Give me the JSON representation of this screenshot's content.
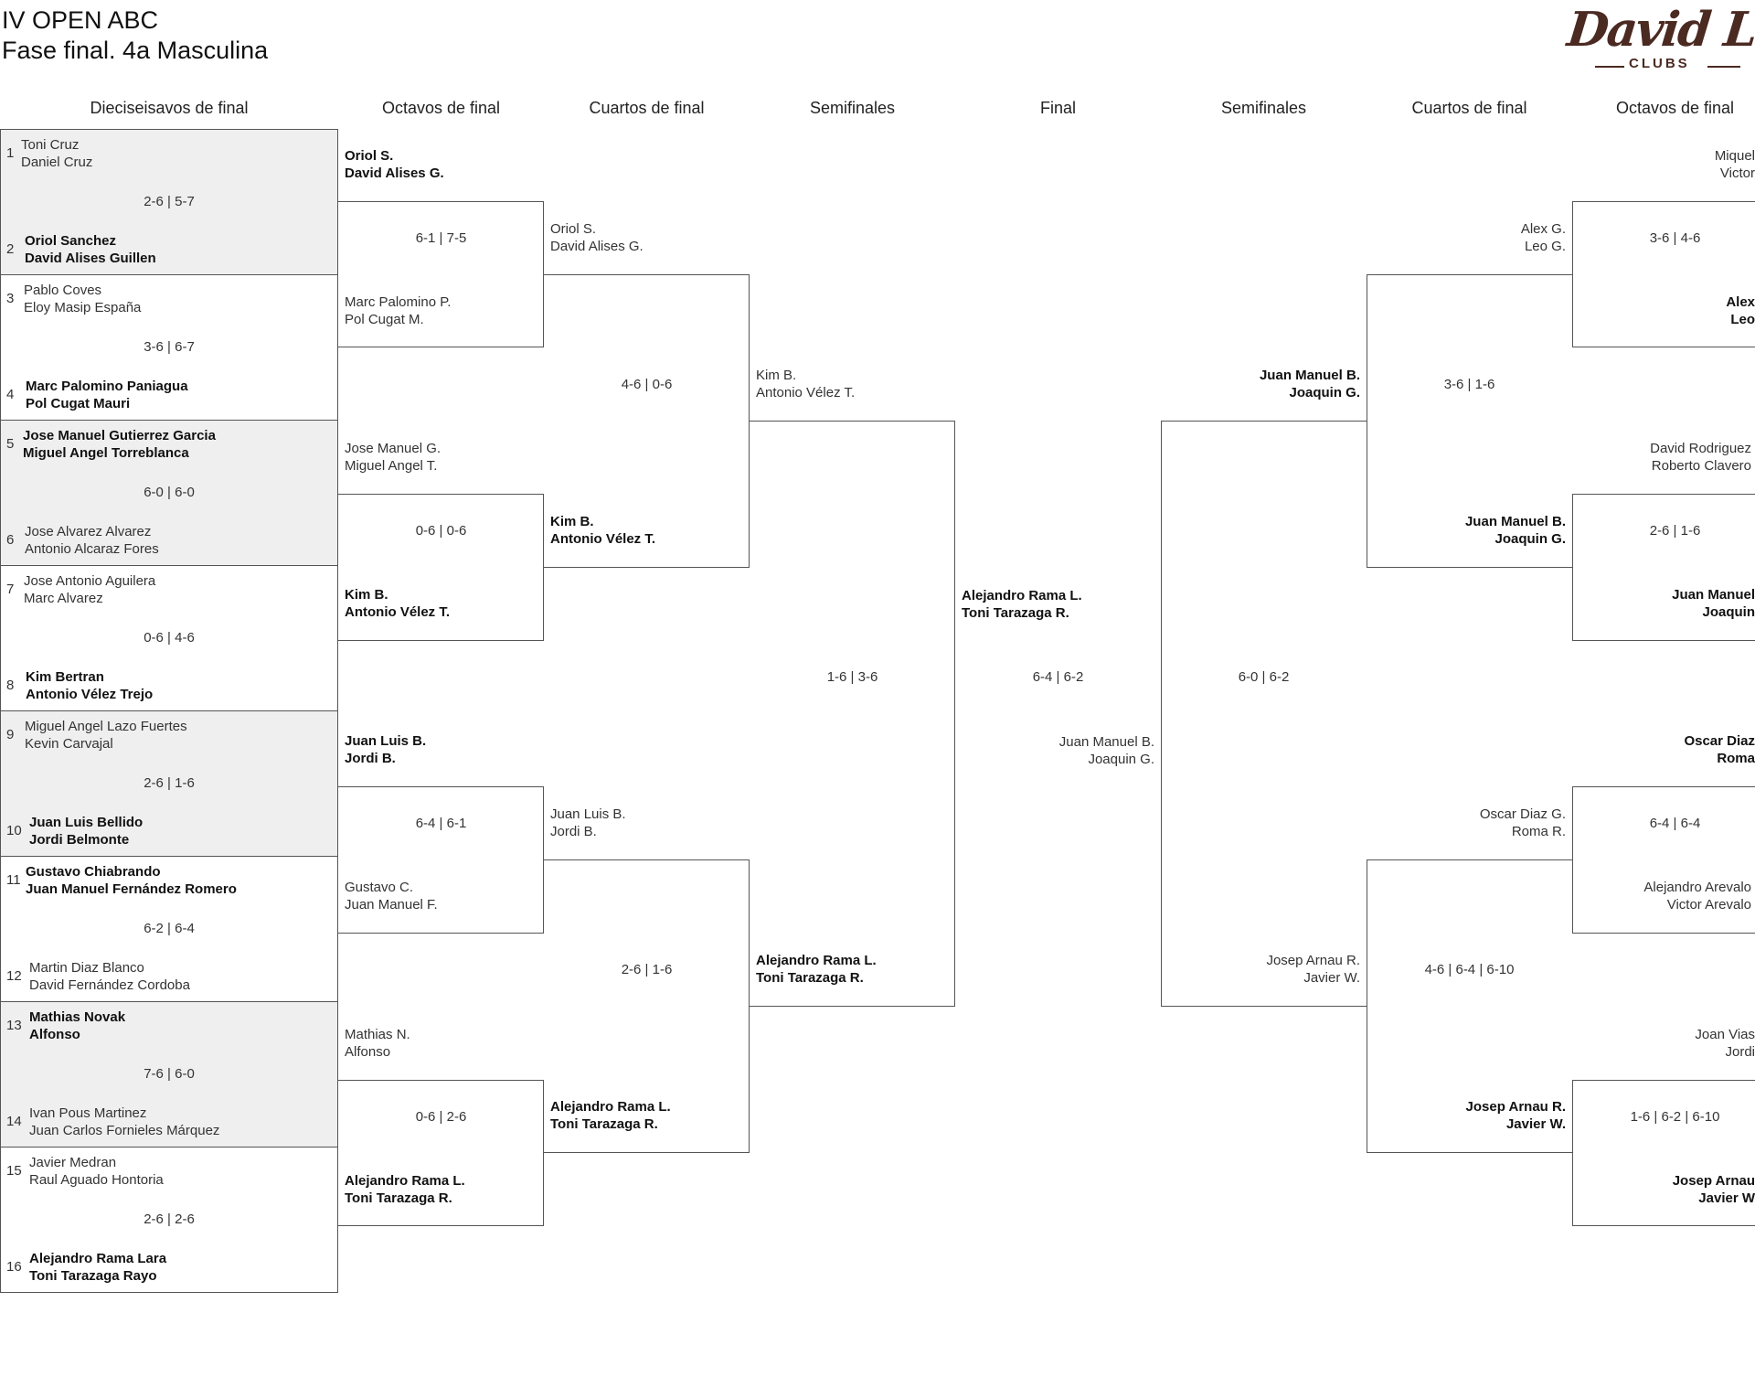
{
  "header": {
    "title_line1": "IV OPEN ABC",
    "title_line2": "Fase final. 4a Masculina"
  },
  "logo": {
    "brand": "David Lloyd",
    "sub": "CLUBS",
    "color": "#4b2a22"
  },
  "columns": [
    "Dieciseisavos de final",
    "Octavos de final",
    "Cuartos de final",
    "Semifinales",
    "Final",
    "Semifinales",
    "Cuartos de final",
    "Octavos de final"
  ],
  "round16": [
    {
      "n1": "1",
      "a": "Toni Cruz",
      "b": "Daniel Cruz",
      "n2": "2",
      "c": "Oriol Sanchez",
      "d": "David Alises Guillen",
      "score": "2-6 | 5-7"
    },
    {
      "n1": "3",
      "a": "Pablo Coves",
      "b": "Eloy Masip España",
      "n2": "4",
      "c": "Marc Palomino Paniagua",
      "d": "Pol Cugat Mauri",
      "score": "3-6 | 6-7"
    },
    {
      "n1": "5",
      "a": "Jose Manuel Gutierrez Garcia",
      "b": "Miguel Angel Torreblanca",
      "n2": "6",
      "c": "Jose Alvarez Alvarez",
      "d": "Antonio Alcaraz Fores",
      "score": "6-0 | 6-0"
    },
    {
      "n1": "7",
      "a": "Jose Antonio Aguilera",
      "b": "Marc Alvarez",
      "n2": "8",
      "c": "Kim Bertran",
      "d": "Antonio Vélez Trejo",
      "score": "0-6 | 4-6"
    },
    {
      "n1": "9",
      "a": "Miguel Angel Lazo Fuertes",
      "b": "Kevin Carvajal",
      "n2": "10",
      "c": "Juan Luis Bellido",
      "d": "Jordi Belmonte",
      "score": "2-6 | 1-6"
    },
    {
      "n1": "11",
      "a": "Gustavo Chiabrando",
      "b": "Juan Manuel Fernández Romero",
      "n2": "12",
      "c": "Martin Diaz Blanco",
      "d": "David Fernández Cordoba",
      "score": "6-2 | 6-4"
    },
    {
      "n1": "13",
      "a": "Mathias Novak",
      "b": "Alfonso",
      "n2": "14",
      "c": "Ivan Pous Martinez",
      "d": "Juan Carlos Fornieles Márquez",
      "score": "7-6 | 6-0"
    },
    {
      "n1": "15",
      "a": "Javier Medran",
      "b": "Raul Aguado Hontoria",
      "n2": "16",
      "c": "Alejandro Rama Lara",
      "d": "Toni Tarazaga Rayo",
      "score": "2-6 | 2-6"
    }
  ],
  "octavos_left": [
    {
      "a": "Oriol S.",
      "b": "David Alises G.",
      "c": "Marc Palomino P.",
      "d": "Pol Cugat M.",
      "score": "6-1 | 7-5"
    },
    {
      "a": "Jose Manuel G.",
      "b": "Miguel Angel T.",
      "c": "Kim B.",
      "d": "Antonio Vélez T.",
      "score": "0-6 | 0-6"
    },
    {
      "a": "Juan Luis B.",
      "b": "Jordi B.",
      "c": "Gustavo C.",
      "d": "Juan Manuel F.",
      "score": "6-4 | 6-1"
    },
    {
      "a": "Mathias N.",
      "b": "Alfonso",
      "c": "Alejandro Rama L.",
      "d": "Toni Tarazaga R.",
      "score": "0-6 | 2-6"
    }
  ],
  "cuartos_left": [
    {
      "a": "Oriol S.",
      "b": "David Alises G.",
      "c": "Kim B.",
      "d": "Antonio Vélez T.",
      "score": "4-6 | 0-6"
    },
    {
      "a": "Juan Luis B.",
      "b": "Jordi B.",
      "c": "Alejandro Rama L.",
      "d": "Toni Tarazaga R.",
      "score": "2-6 | 1-6"
    }
  ],
  "semi_left": {
    "a": "Kim B.",
    "b": "Antonio Vélez T.",
    "c": "Alejandro Rama L.",
    "d": "Toni Tarazaga R.",
    "score": "1-6 | 3-6"
  },
  "final": {
    "a": "Alejandro Rama L.",
    "b": "Toni Tarazaga R.",
    "c": "Juan Manuel B.",
    "d": "Joaquin G.",
    "score": "6-4 | 6-2"
  },
  "semi_right": {
    "a": "Juan Manuel B.",
    "b": "Joaquin G.",
    "c": "Josep Arnau R.",
    "d": "Javier W.",
    "score": "6-0 | 6-2"
  },
  "cuartos_right": [
    {
      "a": "Alex G.",
      "b": "Leo G.",
      "c": "Juan Manuel B.",
      "d": "Joaquin G.",
      "score": "3-6 | 1-6"
    },
    {
      "a": "Oscar Diaz G.",
      "b": "Roma R.",
      "c": "Josep Arnau R.",
      "d": "Javier W.",
      "score": "4-6 | 6-4 | 6-10"
    }
  ],
  "octavos_right": [
    {
      "a": "Miquel",
      "b": "Victor",
      "c": "Alex",
      "d": "Leo",
      "score": "3-6 | 4-6"
    },
    {
      "a": "David Rodriguez",
      "b": "Roberto Clavero",
      "c": "Juan Manuel",
      "d": "Joaquin",
      "score": "2-6 | 1-6"
    },
    {
      "a": "Oscar Diaz",
      "b": "Roma",
      "c": "Alejandro Arevalo",
      "d": "Victor Arevalo",
      "score": "6-4 | 6-4"
    },
    {
      "a": "Joan Vias",
      "b": "Jordi",
      "c": "Josep Arnau",
      "d": "Javier W",
      "score": "1-6 | 6-2 | 6-10"
    }
  ]
}
